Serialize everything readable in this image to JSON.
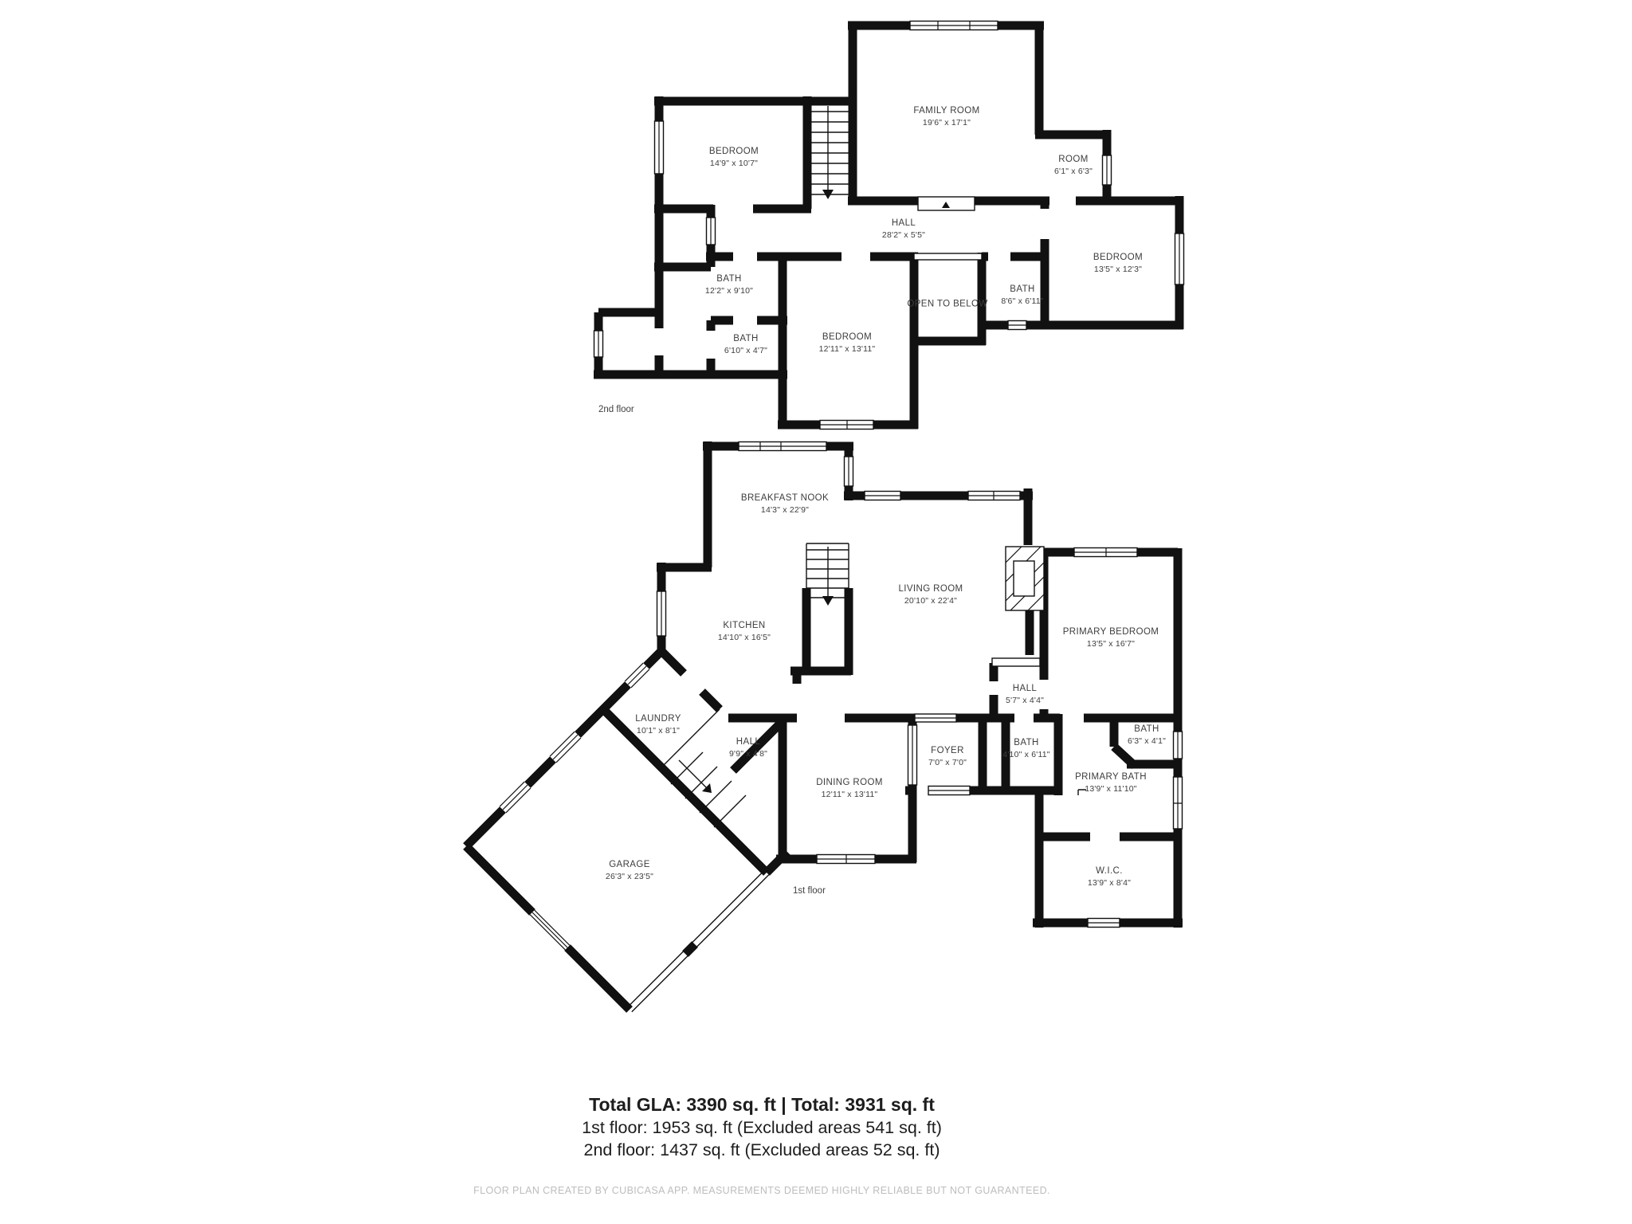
{
  "floor2": {
    "tag": "2nd floor",
    "rooms": {
      "bedroom1": {
        "name": "BEDROOM",
        "dims": "14'9\" x 10'7\""
      },
      "family": {
        "name": "FAMILY ROOM",
        "dims": "19'6\" x 17'1\""
      },
      "room_small": {
        "name": "ROOM",
        "dims": "6'1\" x 6'3\""
      },
      "hall": {
        "name": "HALL",
        "dims": "28'2\" x 5'5\""
      },
      "bedroom2": {
        "name": "BEDROOM",
        "dims": "13'5\" x 12'3\""
      },
      "bath1": {
        "name": "BATH",
        "dims": "12'2\" x 9'10\""
      },
      "bath2": {
        "name": "BATH",
        "dims": "6'10\" x 4'7\""
      },
      "bedroom3": {
        "name": "BEDROOM",
        "dims": "12'11\" x 13'11\""
      },
      "open_below": {
        "name": "OPEN TO BELOW"
      },
      "bath3": {
        "name": "BATH",
        "dims": "8'6\" x 6'11\""
      }
    }
  },
  "floor1": {
    "tag": "1st floor",
    "rooms": {
      "breakfast": {
        "name": "BREAKFAST NOOK",
        "dims": "14'3\" x 22'9\""
      },
      "kitchen": {
        "name": "KITCHEN",
        "dims": "14'10\" x 16'5\""
      },
      "living": {
        "name": "LIVING ROOM",
        "dims": "20'10\" x 22'4\""
      },
      "primary_bedroom": {
        "name": "PRIMARY BEDROOM",
        "dims": "13'5\" x 16'7\""
      },
      "hall_small": {
        "name": "HALL",
        "dims": "5'7\" x 4'4\""
      },
      "bath_small": {
        "name": "BATH",
        "dims": "6'3\" x 4'1\""
      },
      "primary_bath": {
        "name": "PRIMARY BATH",
        "dims": "13'9\" x 11'10\""
      },
      "foyer": {
        "name": "FOYER",
        "dims": "7'0\" x 7'0\""
      },
      "bath_mid": {
        "name": "BATH",
        "dims": "4'10\" x 6'11\""
      },
      "dining": {
        "name": "DINING ROOM",
        "dims": "12'11\" x 13'11\""
      },
      "laundry": {
        "name": "LAUNDRY",
        "dims": "10'1\" x 8'1\""
      },
      "hall_diag": {
        "name": "HALL",
        "dims": "9'9\" x 4'8\""
      },
      "garage": {
        "name": "GARAGE",
        "dims": "26'3\" x 23'5\""
      },
      "wic": {
        "name": "W.I.C.",
        "dims": "13'9\" x 8'4\""
      }
    }
  },
  "summary": {
    "line1": "Total GLA: 3390 sq. ft | Total: 3931 sq. ft",
    "line2": "1st floor: 1953 sq. ft (Excluded areas 541 sq. ft)",
    "line3": "2nd floor: 1437 sq. ft (Excluded areas 52 sq. ft)"
  },
  "footer": "FLOOR PLAN CREATED BY CUBICASA APP. MEASUREMENTS DEEMED HIGHLY RELIABLE BUT NOT GUARANTEED.",
  "colors": {
    "wall": "#111111",
    "label_text": "#3d3d3d",
    "muted_text": "#bdbdbd",
    "background": "#ffffff"
  }
}
